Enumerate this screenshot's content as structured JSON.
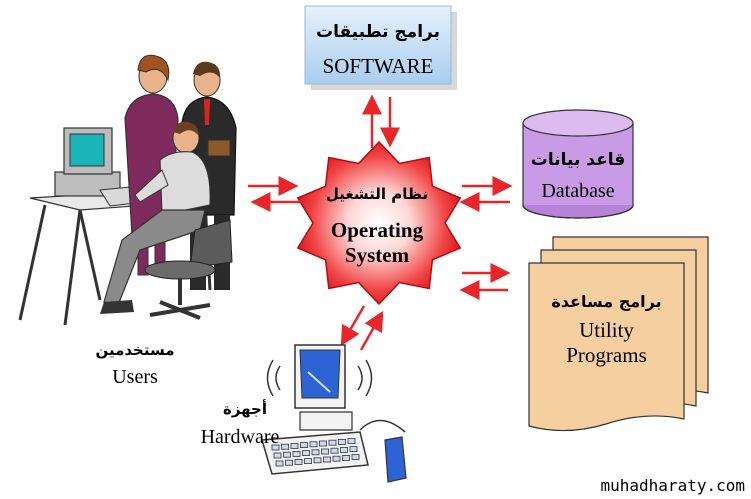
{
  "center": {
    "arabic": "نظام التشغيل",
    "line1": "Operating",
    "line2": "System"
  },
  "software": {
    "arabic": "برامج تطبيقات",
    "english": "SOFTWARE"
  },
  "database": {
    "arabic": "قاعد بيانات",
    "english": "Database"
  },
  "utility": {
    "arabic": "برامج مساعدة",
    "line1": "Utility",
    "line2": "Programs"
  },
  "users": {
    "arabic": "مستخدمين",
    "english": "Users"
  },
  "hardware": {
    "arabic": "أجهزة",
    "english": "Hardware"
  },
  "watermark": "muhadharaty.com",
  "colors": {
    "arrow": "#e8262a",
    "star_inner": "#ffffff",
    "star_outer": "#e0141c",
    "software_box": "#bcd7f2",
    "cylinder": "#c99be6",
    "doc": "#f6cfa0"
  }
}
